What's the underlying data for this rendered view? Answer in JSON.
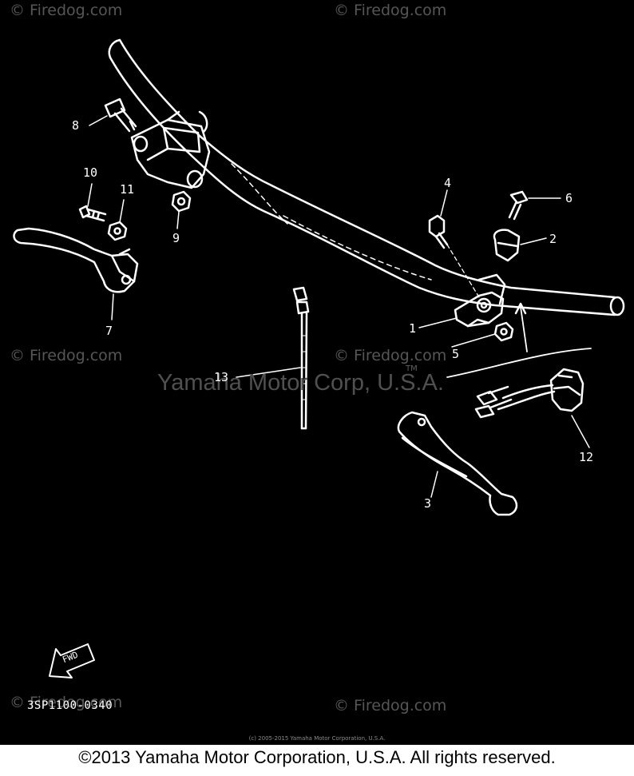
{
  "watermark": "© Firedog.com",
  "center_watermark": "Yamaha Motor Corp, U.S.A.",
  "trademark": "TM",
  "diagram_code": "3SP1100-0340",
  "fwd_label": "FWD",
  "small_copyright": "(c) 2005-2015 Yamaha Motor Corporation, U.S.A.",
  "footer_copyright": "©2013 Yamaha Motor Corporation, U.S.A. All rights reserved.",
  "parts": [
    {
      "label": "1"
    },
    {
      "label": "2"
    },
    {
      "label": "3"
    },
    {
      "label": "4"
    },
    {
      "label": "5"
    },
    {
      "label": "6"
    },
    {
      "label": "7"
    },
    {
      "label": "8"
    },
    {
      "label": "9"
    },
    {
      "label": "10"
    },
    {
      "label": "11"
    },
    {
      "label": "12"
    },
    {
      "label": "13"
    }
  ],
  "colors": {
    "background": "#000000",
    "lines": "#ffffff",
    "watermark": "#565656"
  }
}
